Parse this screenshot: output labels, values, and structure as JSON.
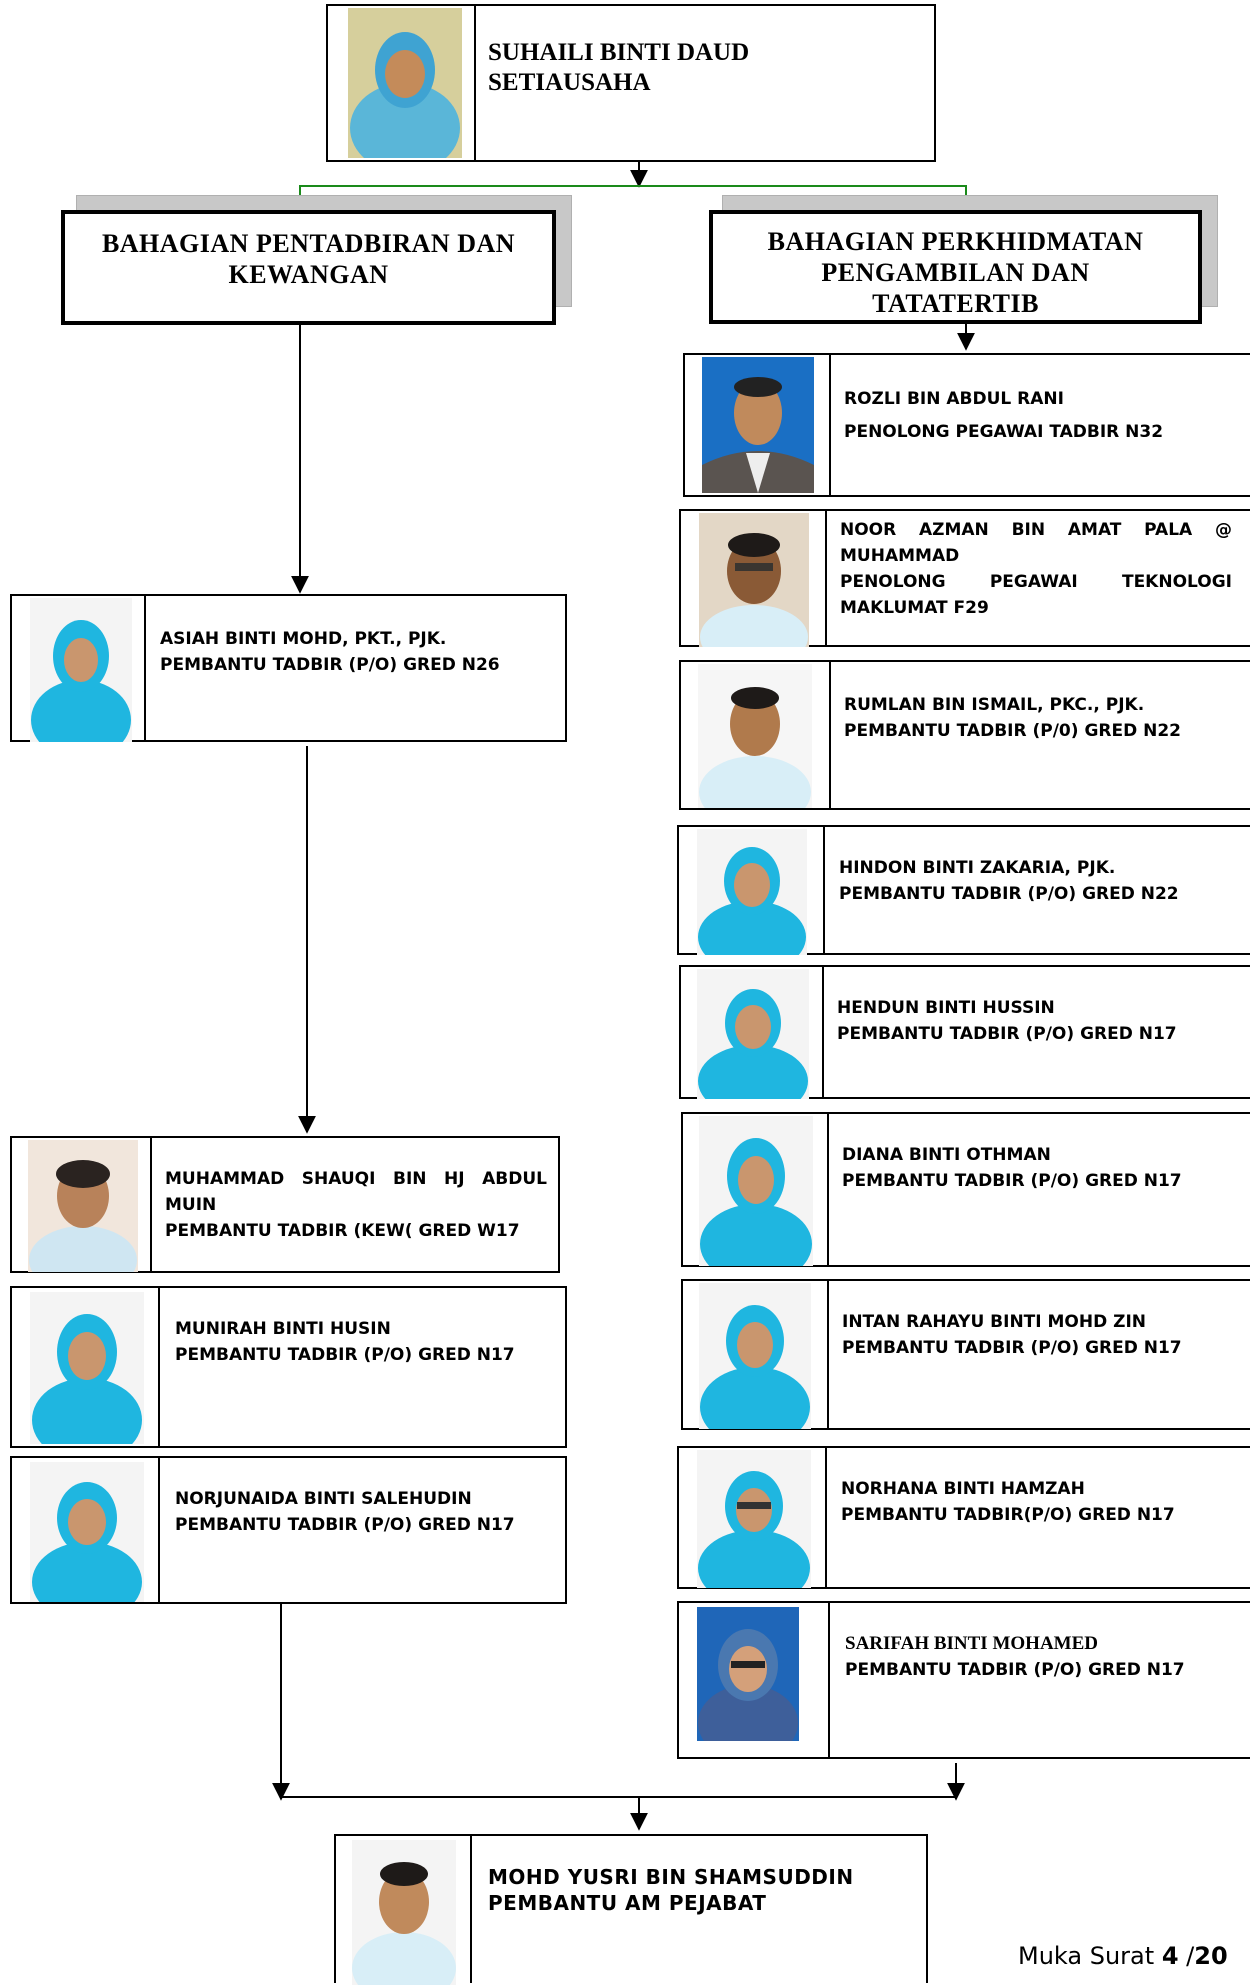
{
  "head": {
    "name": "SUHAILI BINTI DAUD",
    "title": "SETIAUSAHA"
  },
  "divisions": {
    "left": {
      "label": "BAHAGIAN PENTADBIRAN DAN KEWANGAN",
      "lines": [
        "BAHAGIAN PENTADBIRAN DAN",
        "KEWANGAN"
      ]
    },
    "right": {
      "label": "BAHAGIAN PERKHIDMATAN PENGAMBILAN DAN TATATERTIB",
      "lines": [
        "BAHAGIAN PERKHIDMATAN",
        "PENGAMBILAN DAN",
        "TATATERTIB"
      ]
    }
  },
  "left_staff": [
    {
      "name": "ASIAH BINTI MOHD, PKT., PJK.",
      "title": "PEMBANTU TADBIR (P/O) GRED N26"
    },
    {
      "name": "MUHAMMAD SHAUQI BIN HJ ABDUL MUIN",
      "name_lines": [
        "MUHAMMAD SHAUQI BIN HJ ABDUL",
        "MUIN"
      ],
      "title": "PEMBANTU TADBIR (KEW(  GRED W17"
    },
    {
      "name": "MUNIRAH BINTI HUSIN",
      "title": "PEMBANTU TADBIR (P/O) GRED N17"
    },
    {
      "name": "NORJUNAIDA BINTI SALEHUDIN",
      "title": "PEMBANTU TADBIR (P/O) GRED N17"
    }
  ],
  "right_staff": [
    {
      "name": "ROZLI BIN ABDUL RANI",
      "title": "PENOLONG PEGAWAI TADBIR  N32"
    },
    {
      "name": "NOOR AZMAN BIN AMAT PALA @ MUHAMMAD",
      "name_lines": [
        "NOOR AZMAN BIN AMAT PALA @",
        "MUHAMMAD"
      ],
      "title": "PENOLONG PEGAWAI TEKNOLOGI MAKLUMAT F29",
      "title_lines": [
        "PENOLONG PEGAWAI TEKNOLOGI",
        "MAKLUMAT F29"
      ]
    },
    {
      "name": "RUMLAN BIN ISMAIL, PKC., PJK.",
      "title": "PEMBANTU TADBIR (P/0) GRED N22"
    },
    {
      "name": "HINDON BINTI ZAKARIA, PJK.",
      "title": "PEMBANTU TADBIR (P/O) GRED N22"
    },
    {
      "name": "HENDUN BINTI HUSSIN",
      "title": "PEMBANTU TADBIR (P/O) GRED N17"
    },
    {
      "name": "DIANA BINTI OTHMAN",
      "title": "PEMBANTU TADBIR (P/O) GRED N17"
    },
    {
      "name": "INTAN RAHAYU BINTI MOHD ZIN",
      "title": "PEMBANTU TADBIR (P/O) GRED N17"
    },
    {
      "name": "NORHANA BINTI HAMZAH",
      "title": "PEMBANTU TADBIR(P/O) GRED N17"
    },
    {
      "name": "SARIFAH BINTI MOHAMED",
      "title": "PEMBANTU TADBIR (P/O) GRED N17"
    }
  ],
  "bottom": {
    "name": "MOHD YUSRI BIN SHAMSUDDIN",
    "title": "PEMBANTU AM PEJABAT"
  },
  "footer": {
    "label": "Muka Surat",
    "page": "4",
    "separator": "/",
    "total": "20"
  },
  "colors": {
    "hijab": "#1fb6e0",
    "shirt": "#d8eef7",
    "skin": "#c9966e",
    "connector_green": "#1a8a1a"
  }
}
